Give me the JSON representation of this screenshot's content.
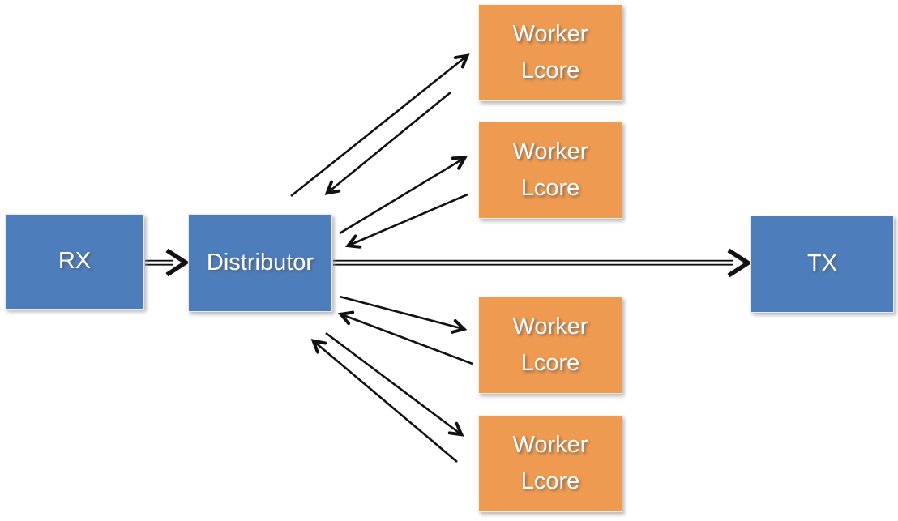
{
  "diagram": {
    "type": "flow-diagram",
    "background_color": "#FFFFFF",
    "colors": {
      "io_node_fill": "#4E7DBB",
      "worker_node_fill": "#EE9A51",
      "node_text": "#FFFFFF",
      "arrow": "#111111"
    },
    "nodes": {
      "rx": {
        "label": "RX"
      },
      "distributor": {
        "label": "Distributor"
      },
      "tx": {
        "label": "TX"
      },
      "workers": [
        {
          "label": "Worker\nLcore"
        },
        {
          "label": "Worker\nLcore"
        },
        {
          "label": "Worker\nLcore"
        },
        {
          "label": "Worker\nLcore"
        }
      ]
    },
    "edges": [
      {
        "from": "rx",
        "to": "distributor",
        "style": "double-line-arrow"
      },
      {
        "from": "distributor",
        "to": "tx",
        "style": "double-line-arrow"
      },
      {
        "from": "distributor",
        "to": "worker-1",
        "style": "single-arrow"
      },
      {
        "from": "worker-1",
        "to": "distributor",
        "style": "single-arrow"
      },
      {
        "from": "distributor",
        "to": "worker-2",
        "style": "single-arrow"
      },
      {
        "from": "worker-2",
        "to": "distributor",
        "style": "single-arrow"
      },
      {
        "from": "distributor",
        "to": "worker-3",
        "style": "single-arrow"
      },
      {
        "from": "worker-3",
        "to": "distributor",
        "style": "single-arrow"
      },
      {
        "from": "distributor",
        "to": "worker-4",
        "style": "single-arrow"
      },
      {
        "from": "worker-4",
        "to": "distributor",
        "style": "single-arrow"
      }
    ]
  }
}
